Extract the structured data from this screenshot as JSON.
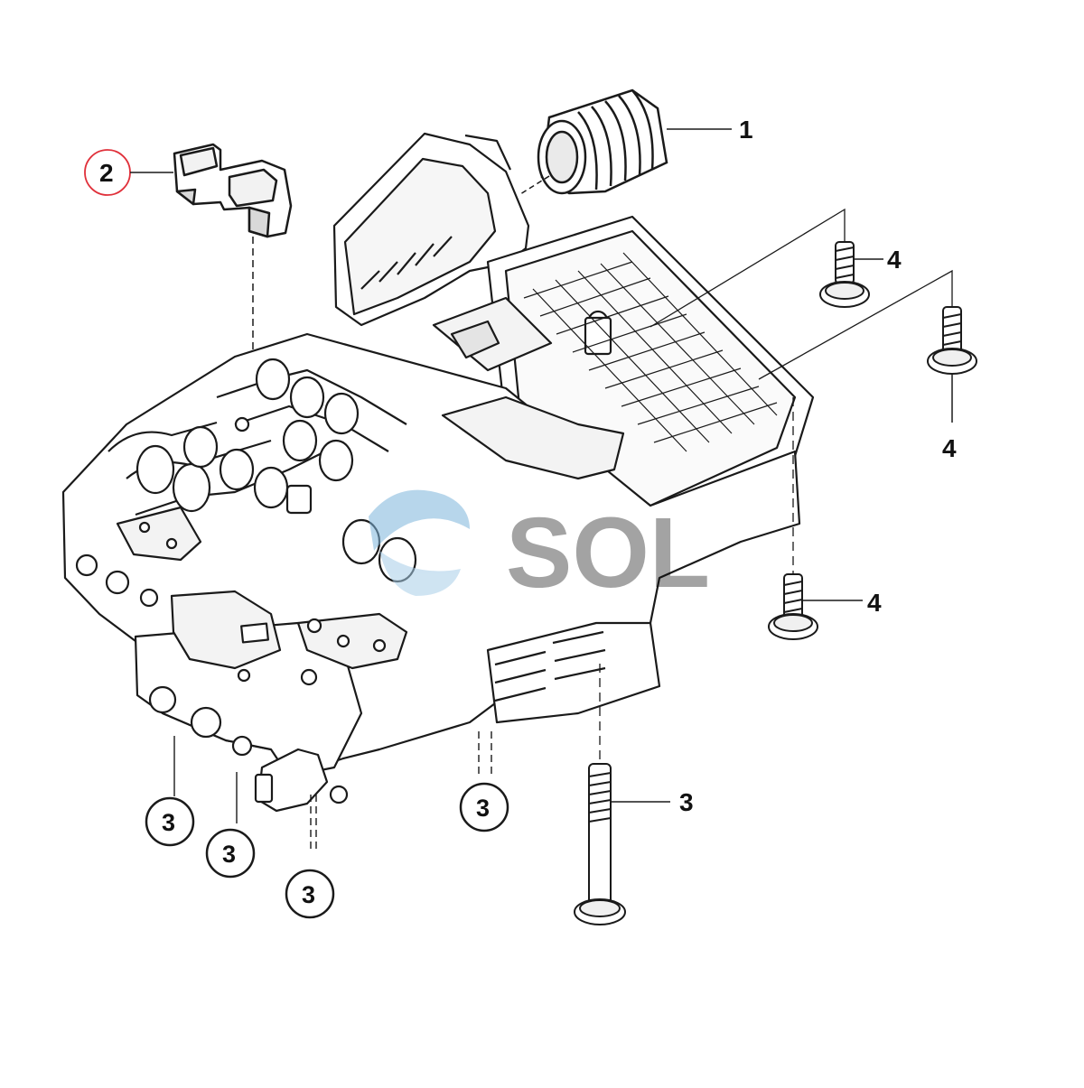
{
  "callouts": {
    "c1": "1",
    "c2": "2",
    "c3_bolt": "3",
    "c3_a": "3",
    "c3_b": "3",
    "c3_c": "3",
    "c3_d": "3",
    "c4_a": "4",
    "c4_b": "4",
    "c4_c": "4"
  },
  "watermark": "SOL",
  "colors": {
    "line": "#1a1a1a",
    "part_fill": "#ffffff",
    "highlight_circle": "#e0303a",
    "watermark": "#3f8fc4",
    "shade": "#cfcfcf"
  }
}
